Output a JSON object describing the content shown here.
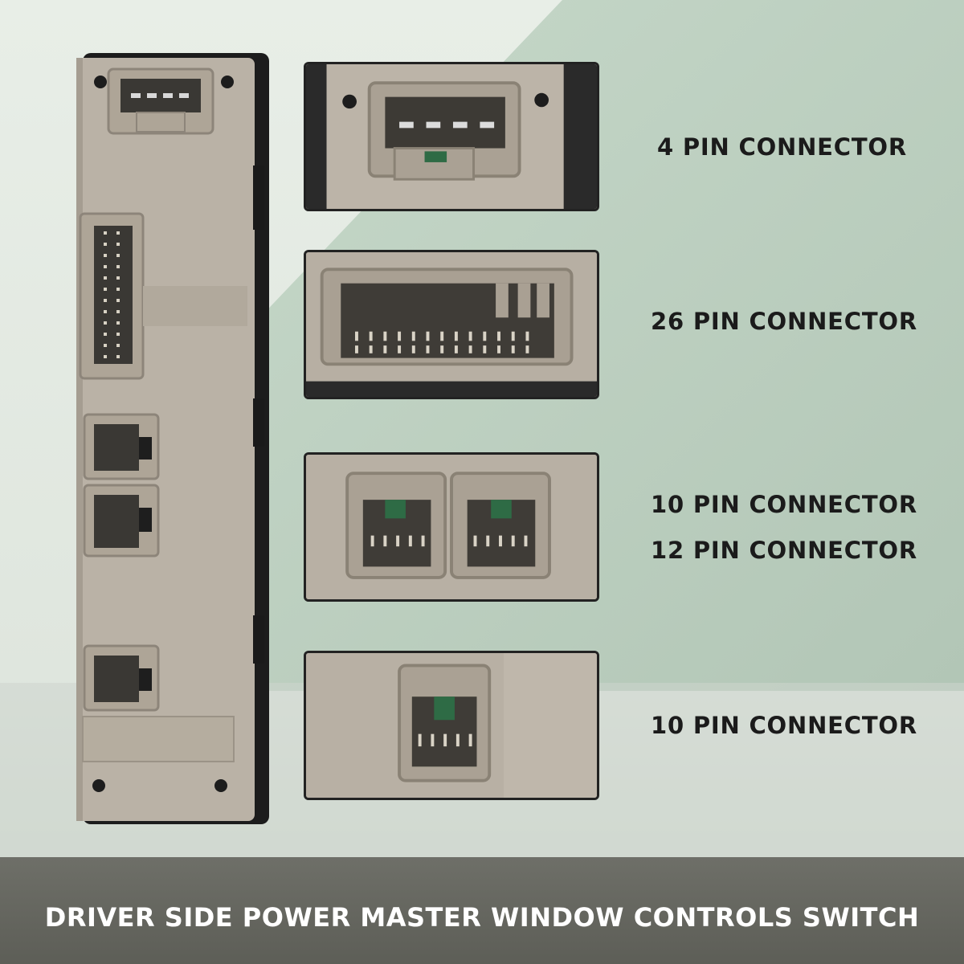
{
  "callouts": [
    {
      "label": "4 PIN CONNECTOR"
    },
    {
      "label": "26 PIN CONNECTOR"
    },
    {
      "label": "10 PIN CONNECTOR"
    },
    {
      "label": "12 PIN CONNECTOR"
    },
    {
      "label": "10 PIN CONNECTOR"
    }
  ],
  "banner": {
    "title": "DRIVER SIDE POWER MASTER WINDOW CONTROLS SWITCH"
  },
  "colors": {
    "background_light": "#e9efe8",
    "background_mint": "#bcd0c1",
    "housing_beige": "#b9b1a5",
    "banner": "#656660",
    "text_dark": "#1b1b1b"
  }
}
